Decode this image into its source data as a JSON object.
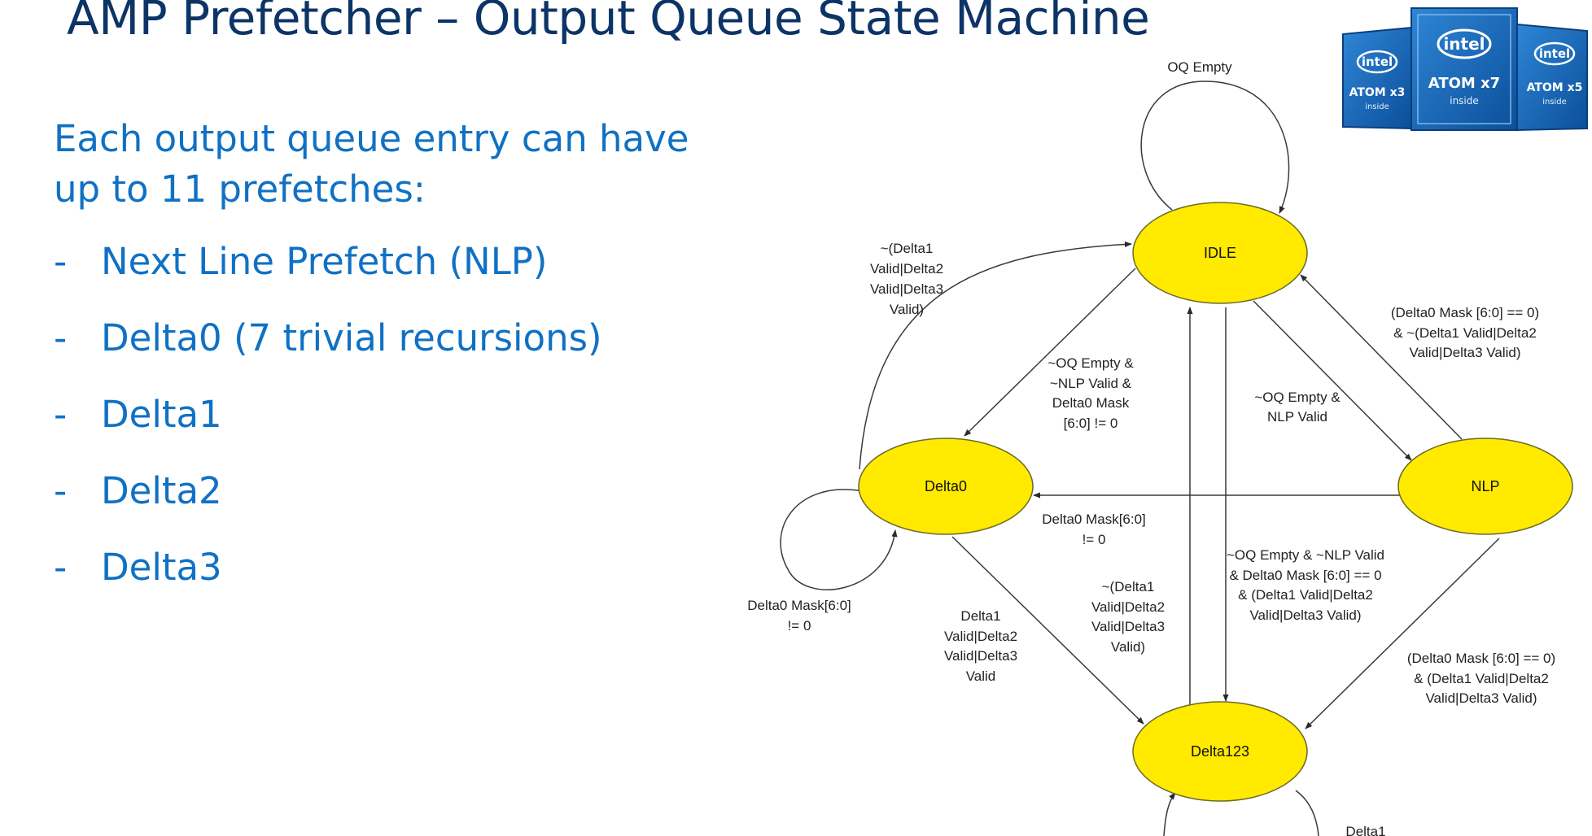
{
  "slide": {
    "title": "AMP Prefetcher – Output Queue State Machine",
    "intro": "Each output queue entry can have up to 11 prefetches:",
    "bullets": [
      {
        "dash": "-",
        "text": "Next Line Prefetch (NLP)"
      },
      {
        "dash": "-",
        "text": "Delta0 (7 trivial recursions)"
      },
      {
        "dash": "-",
        "text": "Delta1"
      },
      {
        "dash": "-",
        "text": "Delta2"
      },
      {
        "dash": "-",
        "text": "Delta3"
      }
    ]
  },
  "logos": [
    {
      "brand": "intel",
      "product": "ATOM x3",
      "tagline": "inside"
    },
    {
      "brand": "intel",
      "product": "ATOM x7",
      "tagline": "inside"
    },
    {
      "brand": "intel",
      "product": "ATOM x5",
      "tagline": "inside"
    }
  ],
  "colors": {
    "title": "#0c3466",
    "body_text": "#1071c4",
    "state_fill": "#ffea00",
    "edge": "#3a3a3a",
    "logo_blue": "#1565b8"
  },
  "diagram": {
    "states": {
      "idle": "IDLE",
      "delta0": "Delta0",
      "nlp": "NLP",
      "delta123": "Delta123"
    },
    "labels": {
      "idle_self": "OQ Empty",
      "delta0_to_idle": [
        "~(Delta1",
        "Valid|Delta2",
        "Valid|Delta3",
        "Valid)"
      ],
      "idle_to_delta0": [
        "~OQ Empty &",
        "~NLP Valid &",
        "Delta0 Mask",
        "[6:0]  != 0"
      ],
      "idle_to_nlp": [
        "~OQ Empty &",
        "NLP Valid"
      ],
      "nlp_to_idle": [
        "(Delta0 Mask [6:0] == 0)",
        "& ~(Delta1 Valid|Delta2",
        "Valid|Delta3 Valid)"
      ],
      "nlp_to_delta0": [
        "Delta0 Mask[6:0]",
        "!= 0"
      ],
      "delta0_self": [
        "Delta0 Mask[6:0]",
        "!= 0"
      ],
      "delta0_to_delta123": [
        "Delta1",
        "Valid|Delta2",
        "Valid|Delta3",
        "Valid"
      ],
      "delta123_to_idle": [
        "~(Delta1",
        "Valid|Delta2",
        "Valid|Delta3",
        "Valid)"
      ],
      "idle_to_delta123": [
        "~OQ Empty & ~NLP Valid",
        "& Delta0 Mask [6:0] == 0",
        "& (Delta1 Valid|Delta2",
        "Valid|Delta3 Valid)"
      ],
      "nlp_to_delta123": [
        "(Delta0 Mask [6:0] == 0)",
        "& (Delta1 Valid|Delta2",
        "Valid|Delta3 Valid)"
      ],
      "delta123_self": "Delta1"
    }
  }
}
